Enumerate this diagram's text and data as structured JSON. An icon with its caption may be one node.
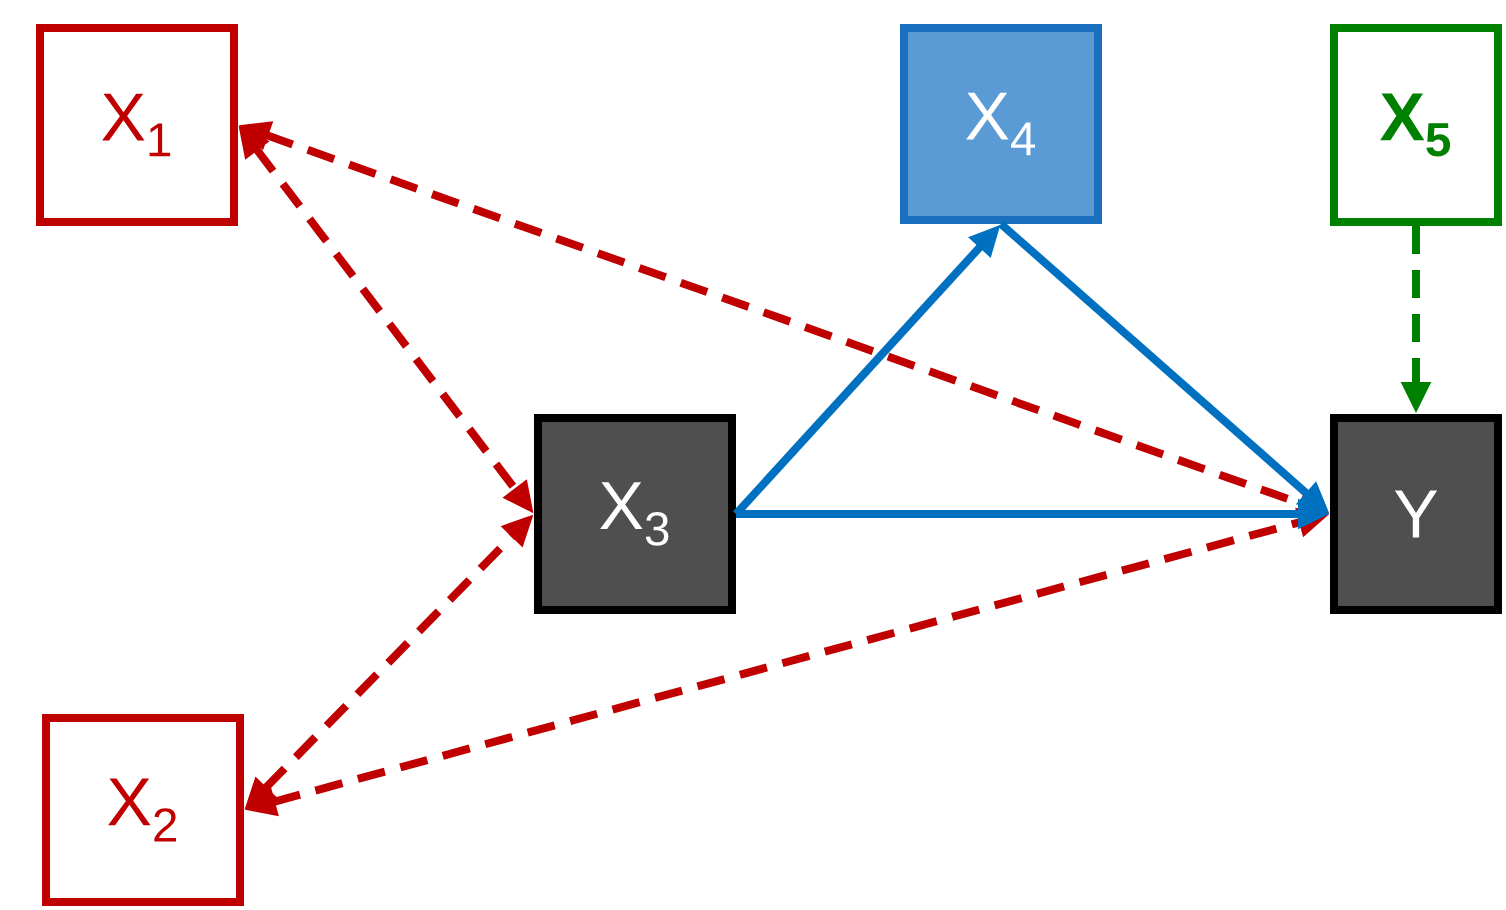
{
  "diagram": {
    "nodes": [
      {
        "text": [
          "X$_{1}$"
        ]
      },
      {
        "text": [
          "X$_{2}$"
        ]
      },
      {
        "text": [
          "X$_{3}$"
        ]
      },
      {
        "text": [
          "X$_{4}$"
        ]
      },
      {
        "text": [
          "X$_{5}$"
        ]
      },
      {
        "text": [
          "Y"
        ]
      }
    ],
    "edges": [
      {
        "from": 0,
        "to": 2,
        "arrow": "both",
        "style": "dashed",
        "color": "#c00000"
      },
      {
        "from": 0,
        "to": 5,
        "arrow": "both",
        "style": "dashed",
        "color": "#c00000"
      },
      {
        "from": 1,
        "to": 2,
        "arrow": "both",
        "style": "dashed",
        "color": "#c00000"
      },
      {
        "from": 1,
        "to": 5,
        "arrow": "both",
        "style": "dashed",
        "color": "#c00000"
      },
      {
        "from": 2,
        "to": 3,
        "arrow": "to",
        "color": "#0070c0"
      },
      {
        "from": 3,
        "to": 5,
        "arrow": "to",
        "color": "#0070c0"
      },
      {
        "from": 2,
        "to": 5,
        "arrow": "to",
        "color": "#0070c0"
      },
      {
        "from": 4,
        "to": 5,
        "arrow": "to",
        "style": "dashed",
        "color": "#008000"
      }
    ]
  }
}
